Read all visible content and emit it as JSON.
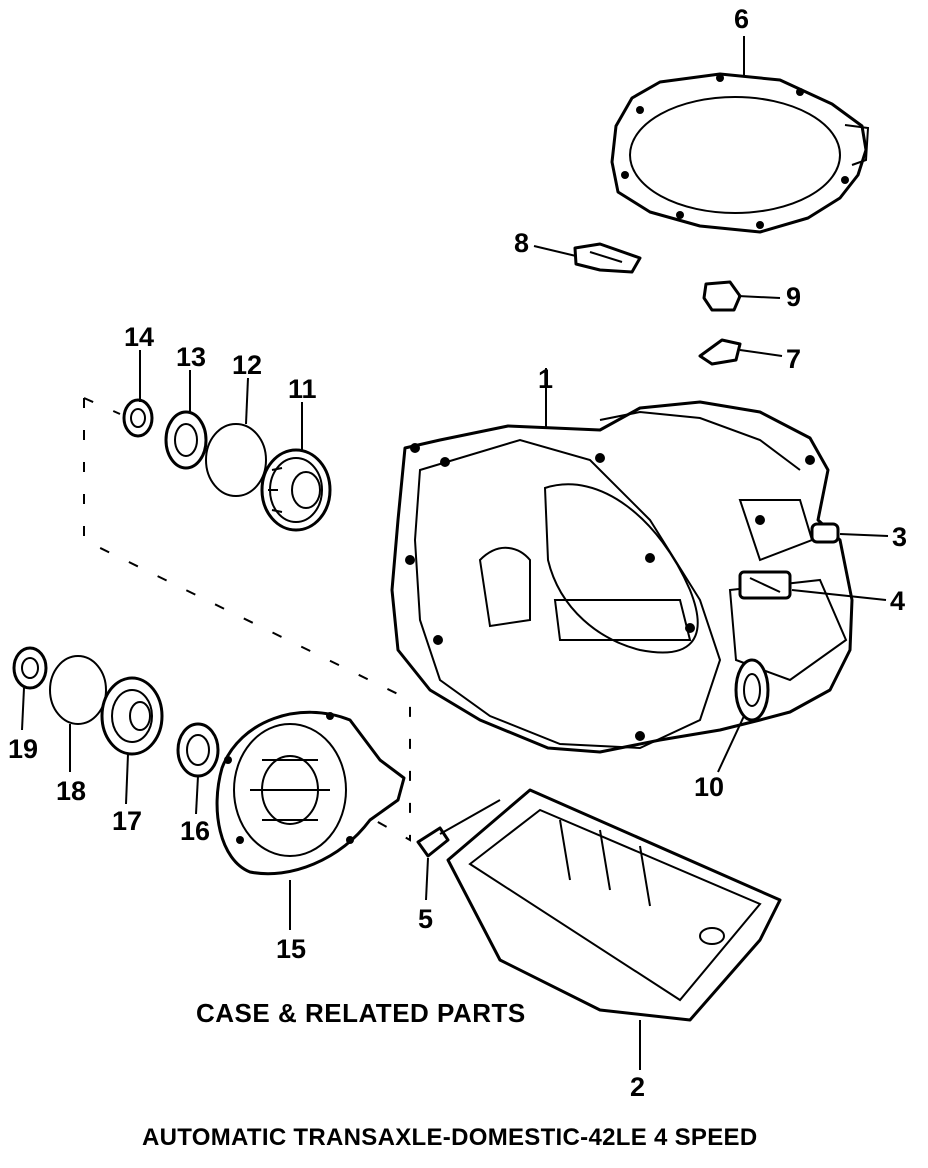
{
  "diagram": {
    "callouts": [
      {
        "id": "1",
        "label": "1"
      },
      {
        "id": "2",
        "label": "2"
      },
      {
        "id": "3",
        "label": "3"
      },
      {
        "id": "4",
        "label": "4"
      },
      {
        "id": "5",
        "label": "5"
      },
      {
        "id": "6",
        "label": "6"
      },
      {
        "id": "7",
        "label": "7"
      },
      {
        "id": "8",
        "label": "8"
      },
      {
        "id": "9",
        "label": "9"
      },
      {
        "id": "10",
        "label": "10"
      },
      {
        "id": "11",
        "label": "11"
      },
      {
        "id": "12",
        "label": "12"
      },
      {
        "id": "13",
        "label": "13"
      },
      {
        "id": "14",
        "label": "14"
      },
      {
        "id": "15",
        "label": "15"
      },
      {
        "id": "16",
        "label": "16"
      },
      {
        "id": "17",
        "label": "17"
      },
      {
        "id": "18",
        "label": "18"
      },
      {
        "id": "19",
        "label": "19"
      }
    ],
    "section_title": "CASE & RELATED PARTS",
    "model_title": "AUTOMATIC TRANSAXLE-DOMESTIC-42LE 4 SPEED"
  }
}
